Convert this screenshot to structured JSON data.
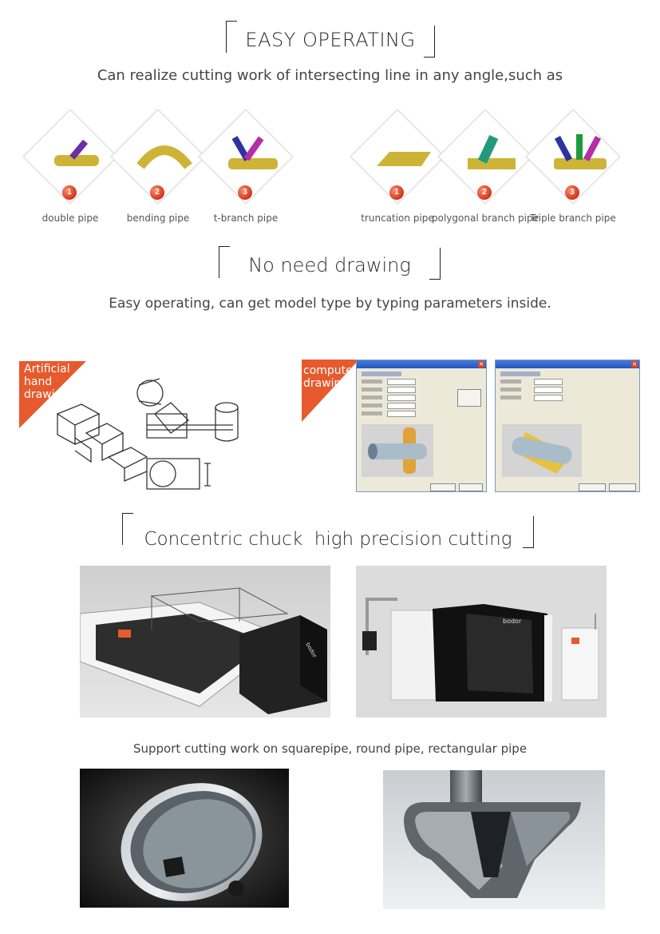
{
  "section1": {
    "title": "EASY OPERATING",
    "subtitle": "Can realize cutting work of intersecting line in any angle,such as"
  },
  "diamonds": [
    {
      "num": "1",
      "label": "double pipe"
    },
    {
      "num": "2",
      "label": "bending pipe"
    },
    {
      "num": "3",
      "label": "t-branch pipe"
    },
    {
      "num": "1",
      "label": "truncation pipe"
    },
    {
      "num": "2",
      "label": "polygonal branch pipe"
    },
    {
      "num": "3",
      "label": "Triple branch pipe"
    }
  ],
  "section2": {
    "title": "No need drawing",
    "subtitle": "Easy operating, can get model type by typing parameters inside."
  },
  "artificial_tag": "Artificial\nhand\ndrawing",
  "computer_tag": "computer\ndrawing",
  "section3": {
    "title": "Concentric chuck  high precision cutting",
    "caption": "Support cutting work on squarepipe, round pipe, rectangular pipe"
  },
  "machine_brand": "bodor",
  "colors": {
    "accent_orange": "#e65a2d",
    "gold": "#c9b23a",
    "badge_red": "#d2341a"
  }
}
